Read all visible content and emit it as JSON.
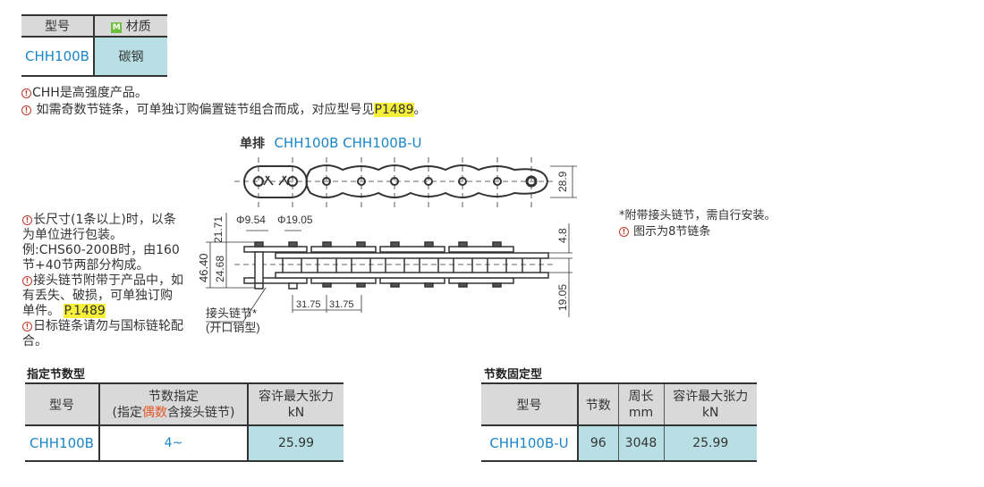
{
  "material_table": {
    "headers": {
      "model": "型号",
      "material_badge": "M",
      "material": "材质"
    },
    "row": {
      "model": "CHH100B",
      "material": "碳钢"
    }
  },
  "top_notes": [
    {
      "text": "CHH是高强度产品。"
    },
    {
      "text": " 如需奇数节链条，可单独订购偏置链节组合而成，对应型号见",
      "link": "P1489",
      "suffix": "。"
    }
  ],
  "left_notes": {
    "n1": "长尺寸(1条以上)时，以条为单位进行包装。例:CHS60-200B时，由160节+40节两部分构成。",
    "n2": "接头链节附带于产品中，如有丢失、破损，可单独订购单件。",
    "n2_link": "P.1489",
    "n3": "日标链条请勿与国标链轮配合。"
  },
  "drawing": {
    "title_prefix": "单排",
    "title_models": "CHH100B  CHH100B-U",
    "dims": {
      "height": "28.9",
      "roller_dia": "Φ9.54",
      "pin_dia": "Φ19.05",
      "d21": "21.71",
      "d46": "46.40",
      "d24": "24.68",
      "p1": "31.75",
      "p2": "31.75",
      "d48": "4.8",
      "d1905": "19.05"
    },
    "joint_label": "接头链节*",
    "joint_sub": "(开口销型)"
  },
  "right_notes": {
    "n1": "*附带接头链节，需自行安装。",
    "n2": "图示为8节链条"
  },
  "spec_table": {
    "section_title": "指定节数型",
    "headers": {
      "model": "型号",
      "links_line1": "节数指定",
      "links_pre": "(指定",
      "links_red": "偶数",
      "links_post": "含接头链节)",
      "tension": "容许最大张力",
      "unit": "kN"
    },
    "row": {
      "model": "CHH100B",
      "links": "4~",
      "tension": "25.99"
    }
  },
  "fixed_table": {
    "section_title": "节数固定型",
    "headers": {
      "model": "型号",
      "links": "节数",
      "length": "周长",
      "length_unit": "mm",
      "tension": "容许最大张力",
      "unit": "kN"
    },
    "row": {
      "model": "CHH100B-U",
      "links": "96",
      "length": "3048",
      "tension": "25.99"
    }
  }
}
